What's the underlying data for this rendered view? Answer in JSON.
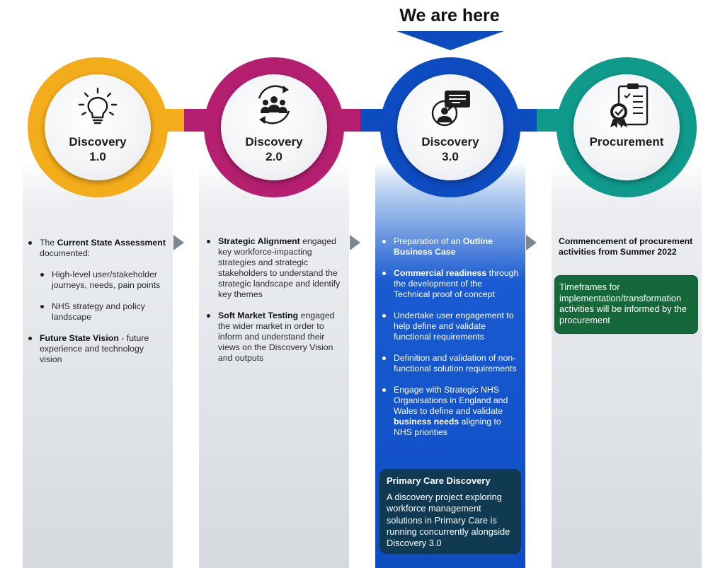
{
  "header": {
    "here_label": "We are here"
  },
  "colors": {
    "discovery1": "#f4ad1a",
    "discovery2": "#b51f70",
    "discovery3": "#0d4bc0",
    "procurement": "#0f9a8c",
    "dark_panel": "#0f3a52",
    "green_panel": "#14683a"
  },
  "stages": [
    {
      "title_line1": "Discovery",
      "title_line2": "1.0",
      "icon": "lightbulb-icon",
      "intro_pre": "The ",
      "intro_bold": "Current State Assessment",
      "intro_post": " documented:",
      "sub1": "High-level user/stakeholder journeys, needs, pain points",
      "sub2": "NHS strategy and policy landscape",
      "b2_bold": "Future State Vision",
      "b2_post": " -  future experience and technology vision"
    },
    {
      "title_line1": "Discovery",
      "title_line2": "2.0",
      "icon": "people-cycle-icon",
      "b1_bold": "Strategic Alignment",
      "b1_post": " engaged key workforce-impacting strategies and strategic stakeholders to understand the strategic landscape and identify key themes",
      "b2_bold": "Soft Market Testing",
      "b2_post": " engaged the wider market in order to inform and understand their views on the Discovery Vision and outputs"
    },
    {
      "title_line1": "Discovery",
      "title_line2": "3.0",
      "icon": "presentation-chat-icon",
      "b1_pre": "Preparation of an ",
      "b1_bold": "Outline Business Case",
      "b2_bold": "Commercial readiness",
      "b2_post": " through the development of the Technical proof of concept",
      "b3": "Undertake user engagement to help define and validate functional requirements",
      "b4": "Definition and validation of non-functional solution requirements",
      "b5_pre": "Engage with Strategic NHS Organisations in England and Wales to define and validate ",
      "b5_bold": "business needs",
      "b5_post": " aligning to NHS priorities",
      "panel_title": "Primary Care Discovery",
      "panel_body": "A discovery project exploring workforce management solutions in Primary Care is running concurrently alongside Discovery 3.0"
    },
    {
      "title_line1": "Procurement",
      "icon": "clipboard-badge-icon",
      "lead": "Commencement of procurement activities from Summer 2022",
      "panel_body": "Timeframes for implementation/transformation activities will be informed by the procurement"
    }
  ]
}
